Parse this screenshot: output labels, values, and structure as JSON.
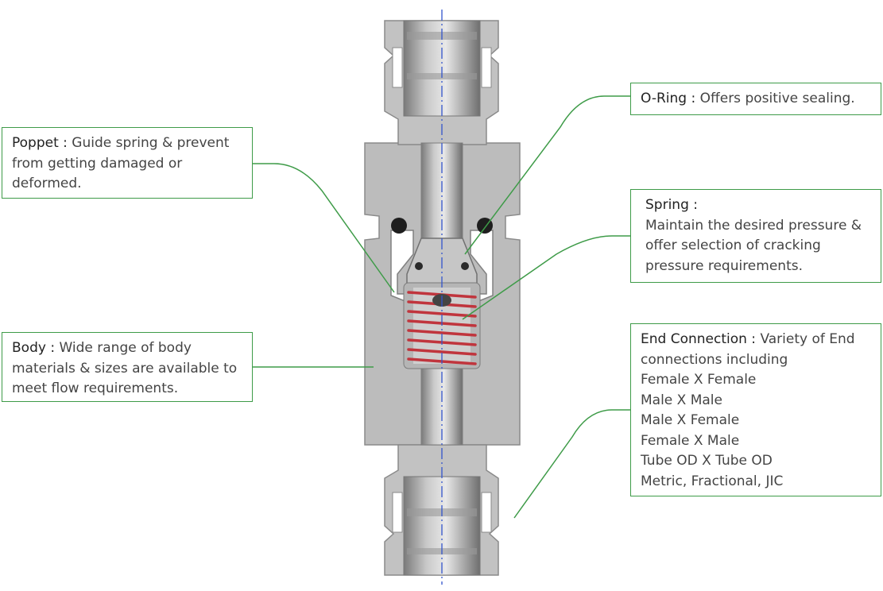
{
  "callouts": {
    "poppet": {
      "title": "Poppet :",
      "desc": "Guide spring & prevent from getting damaged or deformed."
    },
    "body": {
      "title": "Body :",
      "desc": "Wide range of body materials & sizes are available to meet flow requirements."
    },
    "oring": {
      "title": "O-Ring :",
      "desc": "Offers positive sealing."
    },
    "spring": {
      "title": "Spring :",
      "desc": "Maintain the desired pressure & offer selection of cracking pressure requirements."
    },
    "end_connection": {
      "title": "End Connection :",
      "desc": "Variety of End connections including",
      "options": [
        "Female X Female",
        "Male X Male",
        "Male X Female",
        "Female X Male",
        "Tube OD X Tube OD",
        "Metric, Fractional, JIC"
      ]
    }
  },
  "colors": {
    "accent_green": "#3e9b48",
    "body_gray": "#b9b9b9",
    "bore_gray": "#8d8d8d",
    "spring_red": "#c0353d",
    "centerline_blue": "#3355cc"
  }
}
